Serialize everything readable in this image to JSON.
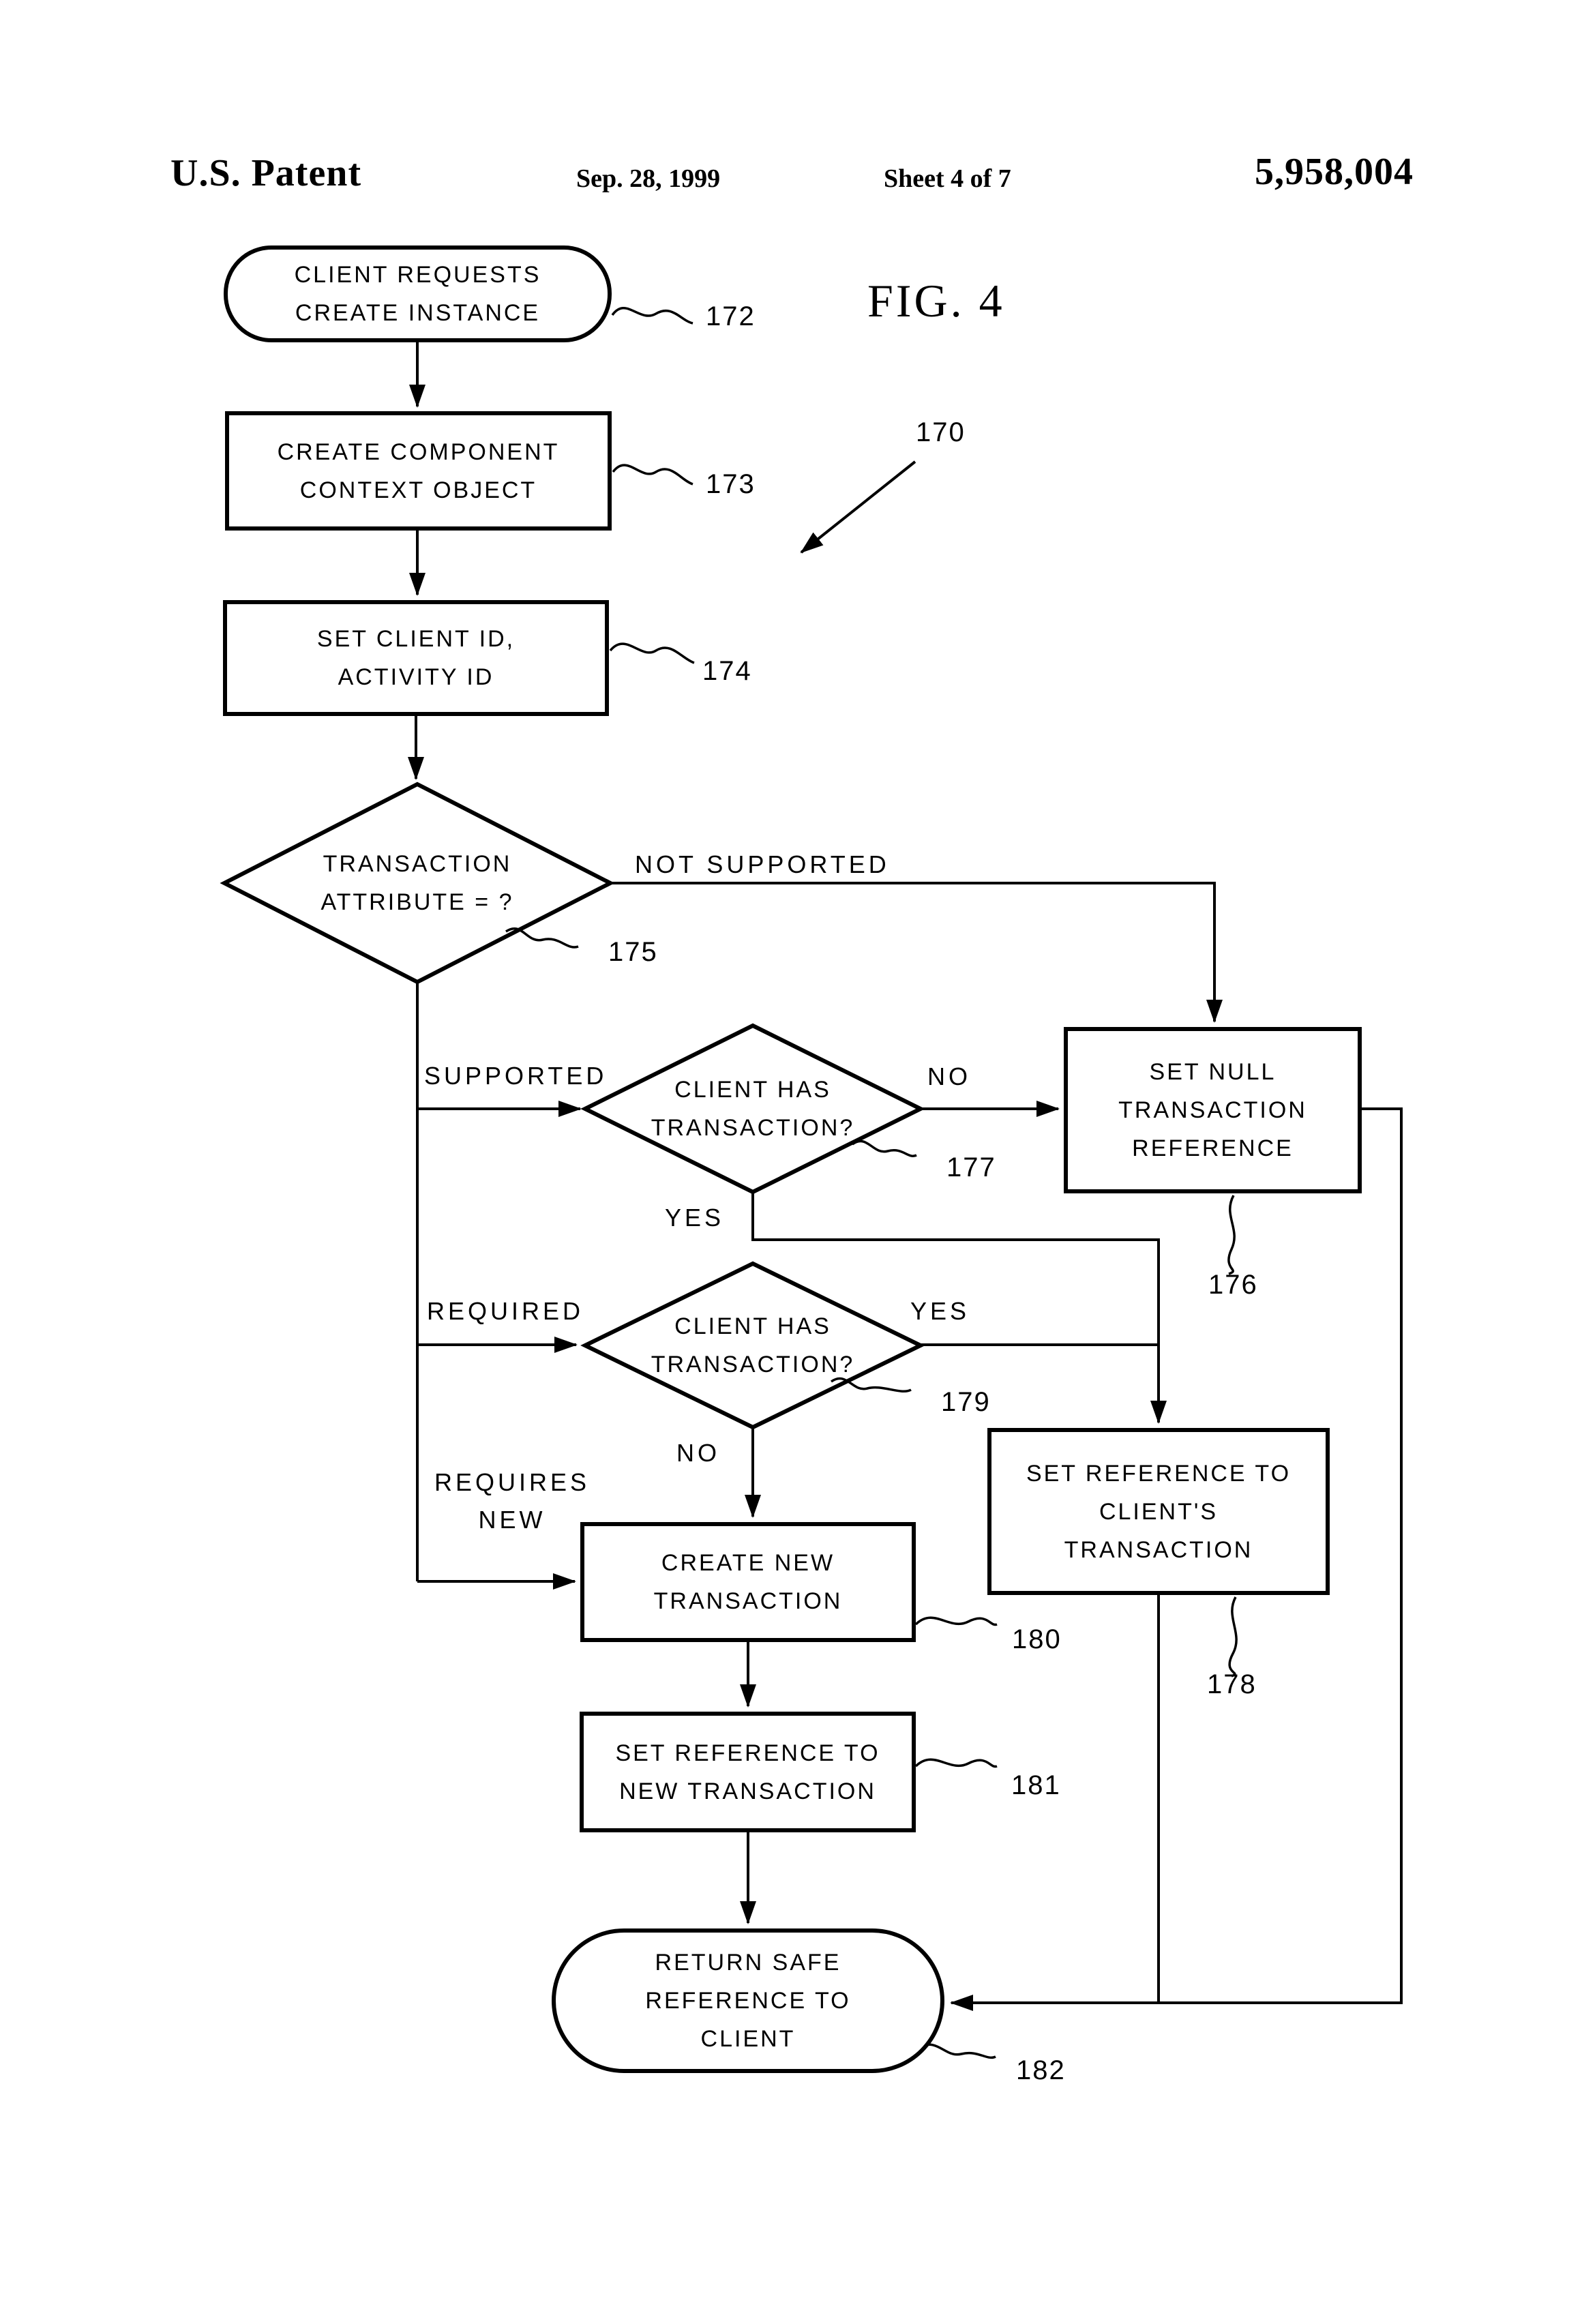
{
  "header": {
    "patent_label": "U.S. Patent",
    "date": "Sep. 28, 1999",
    "sheet": "Sheet 4 of 7",
    "patent_number": "5,958,004"
  },
  "figure": {
    "title": "FIG. 4",
    "diagram_ref": "170"
  },
  "colors": {
    "ink": "#000000",
    "paper": "#ffffff"
  },
  "nodes": {
    "start": {
      "type": "terminator",
      "label": "CLIENT REQUESTS\nCREATE INSTANCE",
      "ref": "172"
    },
    "create_context": {
      "type": "process",
      "label": "CREATE COMPONENT\nCONTEXT OBJECT",
      "ref": "173"
    },
    "set_ids": {
      "type": "process",
      "label": "SET CLIENT ID,\nACTIVITY ID",
      "ref": "174"
    },
    "txn_attr": {
      "type": "decision",
      "label": "TRANSACTION\nATTRIBUTE = ?",
      "ref": "175"
    },
    "has_txn_supported": {
      "type": "decision",
      "label": "CLIENT HAS\nTRANSACTION?",
      "ref": "177"
    },
    "set_null": {
      "type": "process",
      "label": "SET NULL\nTRANSACTION\nREFERENCE",
      "ref": "176"
    },
    "has_txn_required": {
      "type": "decision",
      "label": "CLIENT HAS\nTRANSACTION?",
      "ref": "179"
    },
    "set_ref_client": {
      "type": "process",
      "label": "SET REFERENCE TO\nCLIENT'S\nTRANSACTION",
      "ref": "178"
    },
    "create_new": {
      "type": "process",
      "label": "CREATE NEW\nTRANSACTION",
      "ref": "180"
    },
    "set_ref_new": {
      "type": "process",
      "label": "SET REFERENCE TO\nNEW TRANSACTION",
      "ref": "181"
    },
    "return_safe": {
      "type": "terminator",
      "label": "RETURN SAFE\nREFERENCE TO\nCLIENT",
      "ref": "182"
    }
  },
  "edge_labels": {
    "not_supported": "NOT SUPPORTED",
    "supported": "SUPPORTED",
    "required": "REQUIRED",
    "requires_new": "REQUIRES\nNEW",
    "yes": "YES",
    "no": "NO"
  }
}
